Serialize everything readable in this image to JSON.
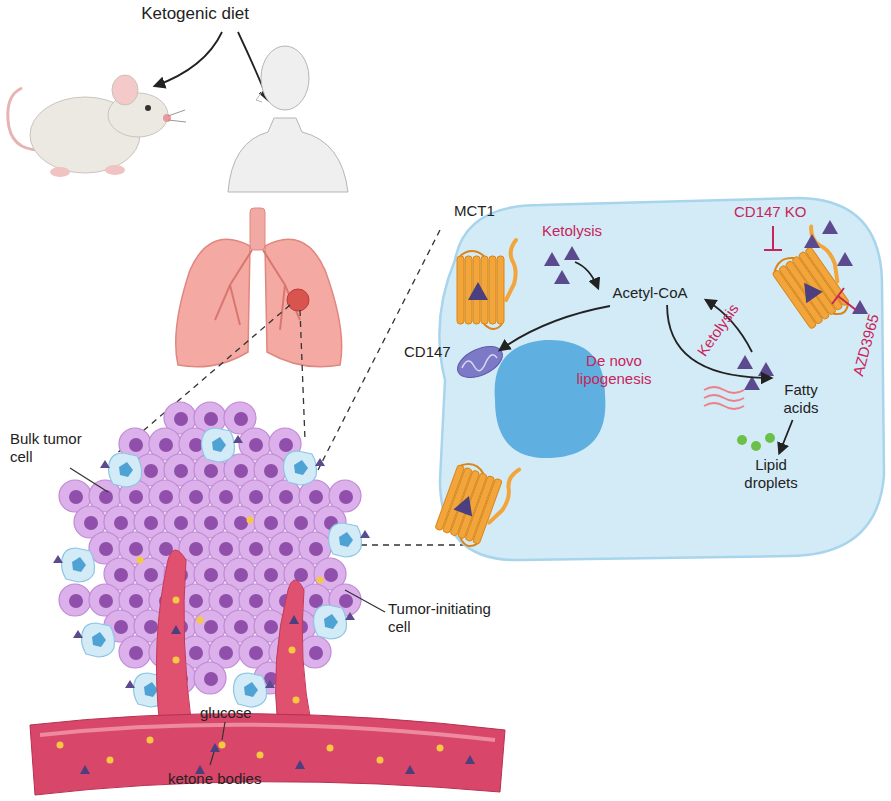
{
  "diagram": {
    "nodes": [
      {
        "text": [
          "Acetyl-CoA"
        ]
      },
      {
        "text": [
          "Fatty acids"
        ]
      },
      {
        "text": [
          "Lipid droplets"
        ]
      }
    ],
    "edges": [
      {
        "from": 0,
        "to": 1,
        "arrow": "to",
        "label": "De novo lipogenesis"
      },
      {
        "from": 1,
        "to": 2,
        "arrow": "to"
      }
    ],
    "labels": [
      "Ketogenic diet",
      "MCT1",
      "Ketolysis",
      "CD147 KO",
      "Ketolysis",
      "CD147",
      "AZD3965",
      "Bulk tumor cell",
      "Tumor-initiating cell",
      "glucose",
      "ketone bodies"
    ]
  }
}
